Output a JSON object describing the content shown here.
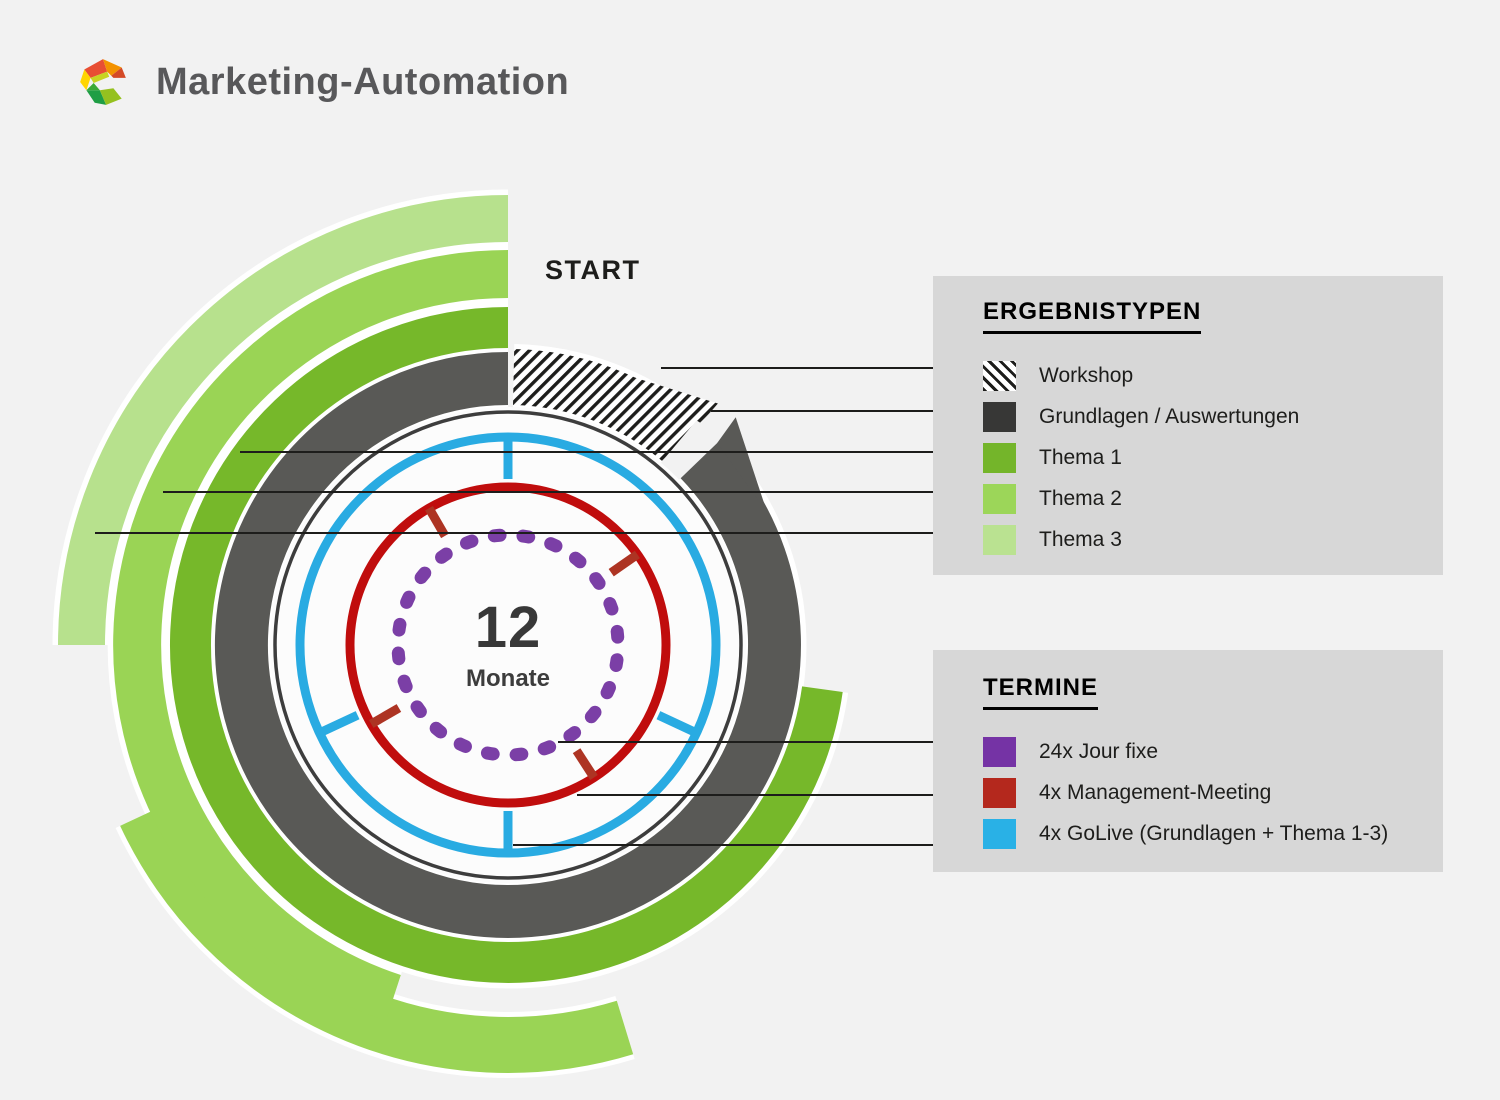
{
  "header": {
    "title": "Marketing-Automation",
    "logo": "ecx-logo"
  },
  "diagram": {
    "start_label": "START",
    "center": {
      "value": "12",
      "unit": "Monate"
    },
    "rings": [
      {
        "name": "Workshop",
        "style": "hatched",
        "start_angle_deg": 0,
        "end_angle_deg": 40
      },
      {
        "name": "Grundlagen / Auswertungen",
        "style": "solid",
        "start_angle_deg": 46,
        "end_angle_deg": 360
      },
      {
        "name": "Thema 1",
        "style": "solid",
        "start_angle_deg": 98,
        "end_angle_deg": 360
      },
      {
        "name": "Thema 2",
        "style": "solid",
        "start_angle_deg": 163,
        "end_angle_deg": 360
      },
      {
        "name": "Thema 3",
        "style": "solid",
        "start_angle_deg": 270,
        "end_angle_deg": 360
      }
    ],
    "termine_circles": [
      {
        "name": "24x Jour fixe",
        "style": "dashed",
        "dashes": 24
      },
      {
        "name": "4x Management-Meeting",
        "style": "solid",
        "ticks": 4
      },
      {
        "name": "4x GoLive",
        "style": "solid",
        "ticks": 4
      }
    ]
  },
  "colors": {
    "background": "#f2f2f2",
    "thema1": "#76b82a",
    "thema2": "#9ad455",
    "thema3": "#b7e18d",
    "gray_ring": "#595956",
    "thin_outline": "#3d3d3d",
    "blue": "#29abe2",
    "red": "#c00d0d",
    "red_tick": "#ad3423",
    "purple": "#7b3fa6",
    "hatch_stripe": "#1d1d1b",
    "connector_line": "#1d1d1b",
    "inner_disc": "#fcfcfc",
    "legend_background": "#d7d7d7"
  },
  "legend_ergebnistypen": {
    "title": "ERGEBNISTYPEN",
    "items": [
      {
        "label": "Workshop",
        "swatch": "hatch"
      },
      {
        "label": "Grundlagen / Auswertungen",
        "color": "#373736"
      },
      {
        "label": "Thema 1",
        "color": "#74b52a"
      },
      {
        "label": "Thema 2",
        "color": "#9cd659"
      },
      {
        "label": "Thema 3",
        "color": "#bae291"
      }
    ]
  },
  "legend_termine": {
    "title": "TERMINE",
    "items": [
      {
        "label": "24x Jour fixe",
        "color": "#7533a5"
      },
      {
        "label": "4x Management-Meeting",
        "color": "#b4281d"
      },
      {
        "label": "4x GoLive (Grundlagen + Thema 1-3)",
        "color": "#29b1e6"
      }
    ]
  }
}
